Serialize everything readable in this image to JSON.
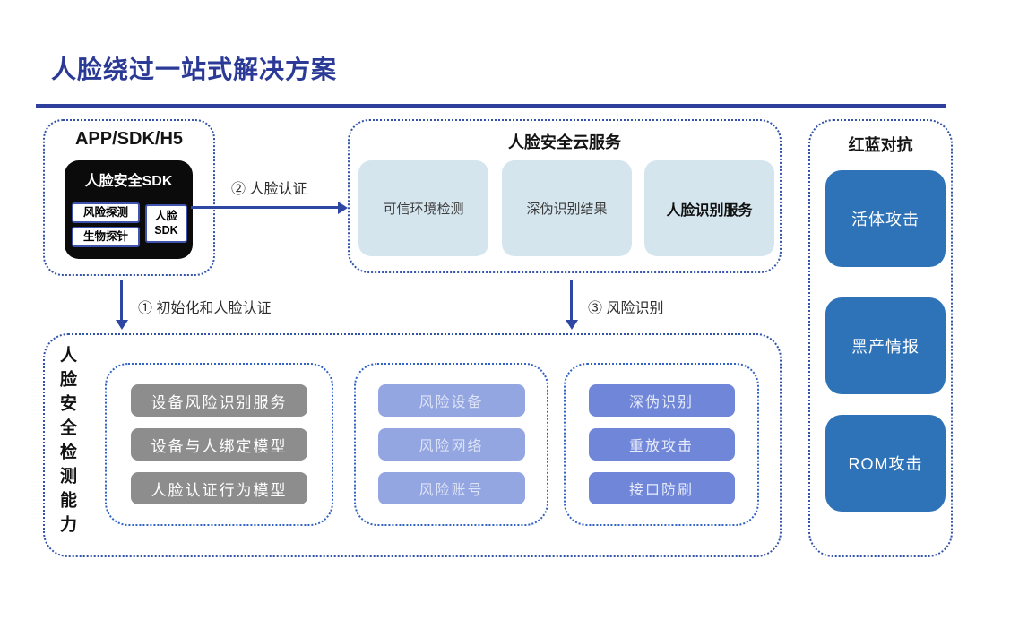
{
  "page": {
    "title": "人脸绕过一站式解决方案"
  },
  "app_box": {
    "title": "APP/SDK/H5",
    "sdk_title": "人脸安全SDK",
    "pills": [
      "风险探测",
      "生物探针",
      "人脸SDK"
    ]
  },
  "cloud_box": {
    "title": "人脸安全云服务",
    "items": [
      "可信环境检测",
      "深伪识别结果",
      "人脸识别服务"
    ]
  },
  "arrows": {
    "step1_label": "①  初始化和人脸认证",
    "step2_label": "②  人脸认证",
    "step3_label": "③  风险识别"
  },
  "detection_box": {
    "side_label": "人脸安全检测能力",
    "group1": [
      "设备风险识别服务",
      "设备与人绑定模型",
      "人脸认证行为模型"
    ],
    "group2": [
      "风险设备",
      "风险网络",
      "风险账号"
    ],
    "group3": [
      "深伪识别",
      "重放攻击",
      "接口防刷"
    ]
  },
  "redblue_box": {
    "title": "红蓝对抗",
    "items": [
      "活体攻击",
      "黑产情报",
      "ROM攻击"
    ]
  },
  "colors": {
    "title_blue": "#2b3a96",
    "rule_blue": "#2e3f9e",
    "dashed_border": "#3253a8",
    "inner_dashed_border": "#2f62c4",
    "arrow_blue": "#2e47a3",
    "sdk_black": "#0b0b0b",
    "pill_border": "#4053ae",
    "cloud_item_bg": "#d4e5ee",
    "gray_chip": "#8d8d8d",
    "periwinkle_chip": "#94a6e2",
    "indigo_chip": "#7086d8",
    "redblue_item_bg": "#2e73b8"
  }
}
